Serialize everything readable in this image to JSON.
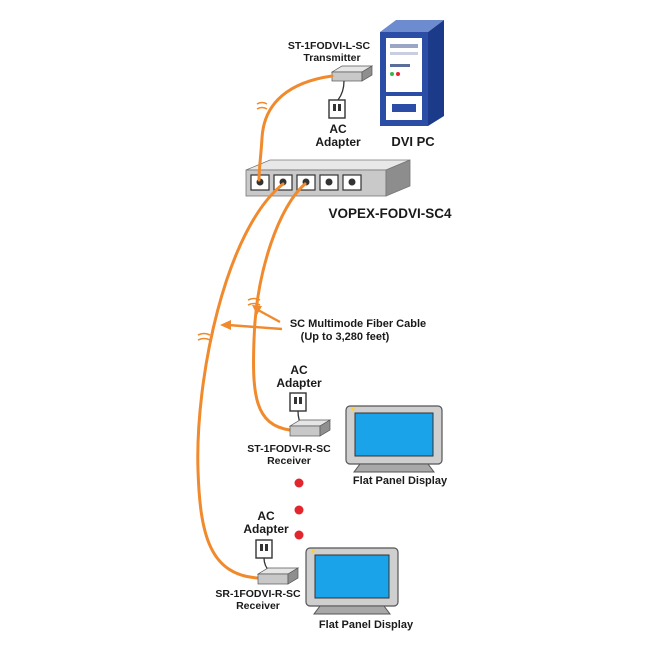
{
  "labels": {
    "transmitter_model": "ST-1FODVI-L-SC",
    "transmitter_role": "Transmitter",
    "ac_word": "AC",
    "adapter_word": "Adapter",
    "pc_label": "DVI PC",
    "switch_label": "VOPEX-FODVI-SC4",
    "cable_line1": "SC Multimode Fiber Cable",
    "cable_line2": "(Up to 3,280 feet)",
    "receiver1_model": "ST-1FODVI-R-SC",
    "receiver2_model": "SR-1FODVI-R-SC",
    "receiver_role": "Receiver",
    "display_label": "Flat Panel Display"
  },
  "colors": {
    "fiber": "#f08a2c",
    "screen": "#1aa3e8",
    "pc_body": "#1f3f92",
    "dots": "#e3262d"
  },
  "icons": [
    "pc-tower-icon",
    "transmitter-icon",
    "ac-adapter-icon",
    "switch-icon",
    "receiver-icon",
    "flat-panel-display-icon",
    "arrow-icon"
  ]
}
